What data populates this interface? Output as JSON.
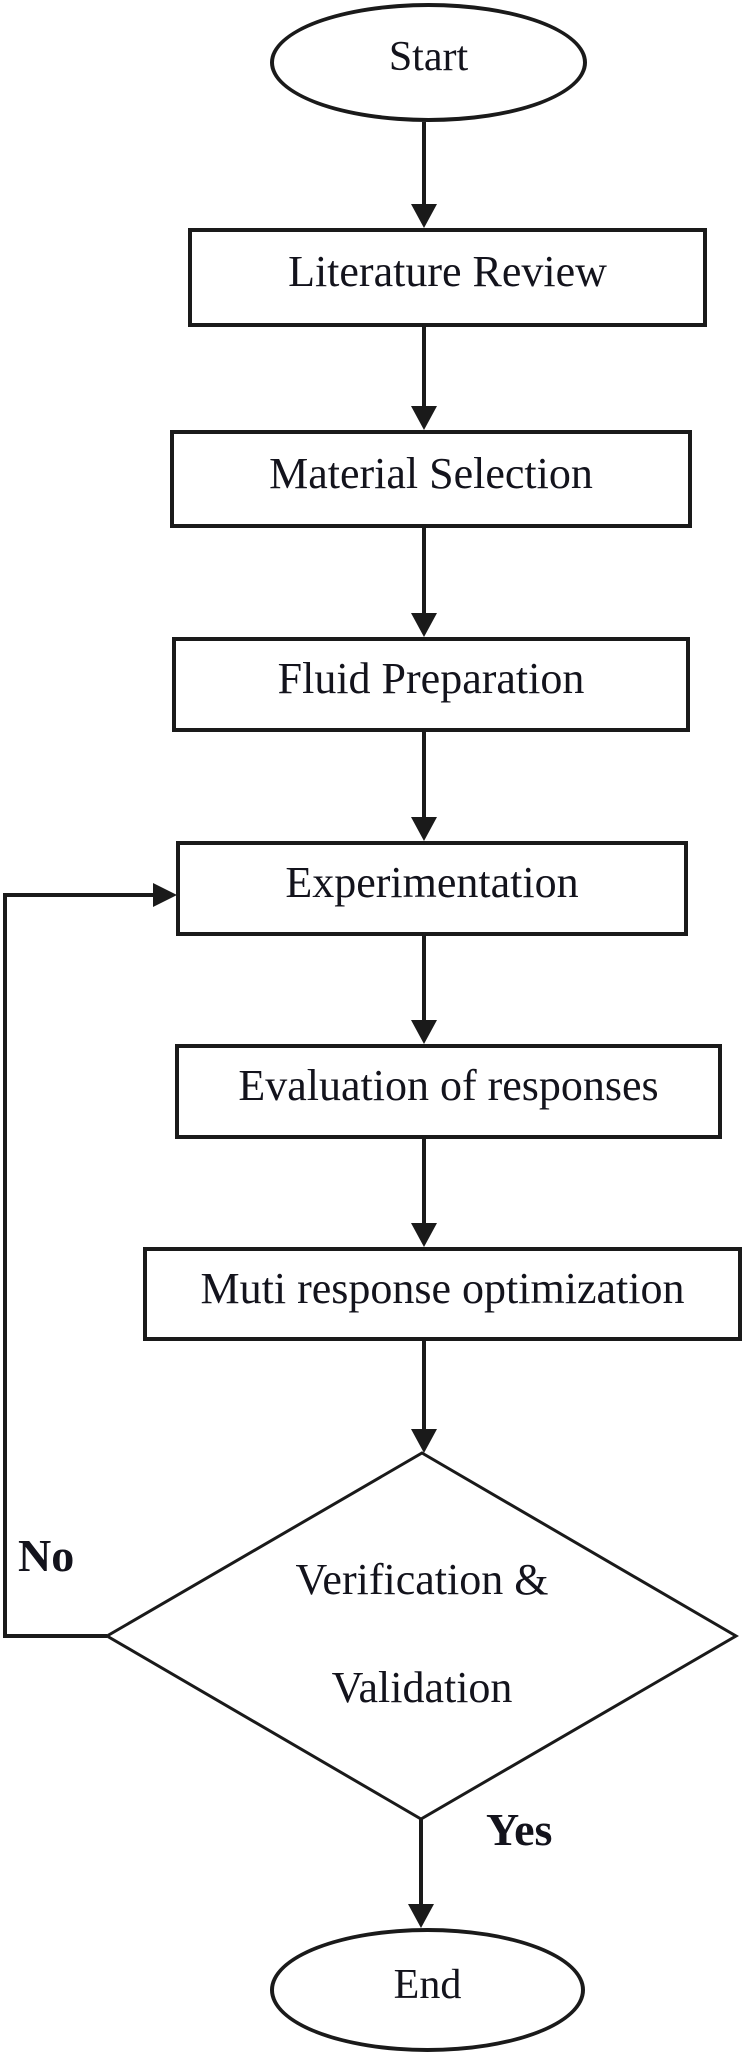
{
  "figure": {
    "background": "#ffffff",
    "stroke_color": "#1a1a1a",
    "text_color": "#13131c"
  },
  "nodes": {
    "start": {
      "label": "Start"
    },
    "literature_review": {
      "label": "Literature Review"
    },
    "material_selection": {
      "label": "Material Selection"
    },
    "fluid_preparation": {
      "label": "Fluid Preparation"
    },
    "experimentation": {
      "label": "Experimentation"
    },
    "evaluation_of_responses": {
      "label": "Evaluation of responses"
    },
    "multi_response_optimization": {
      "label": "Muti response optimization"
    },
    "verification_validation": {
      "line1": "Verification &",
      "line2": "Validation"
    },
    "end": {
      "label": "End"
    }
  },
  "edge_labels": {
    "no": "No",
    "yes": "Yes"
  }
}
